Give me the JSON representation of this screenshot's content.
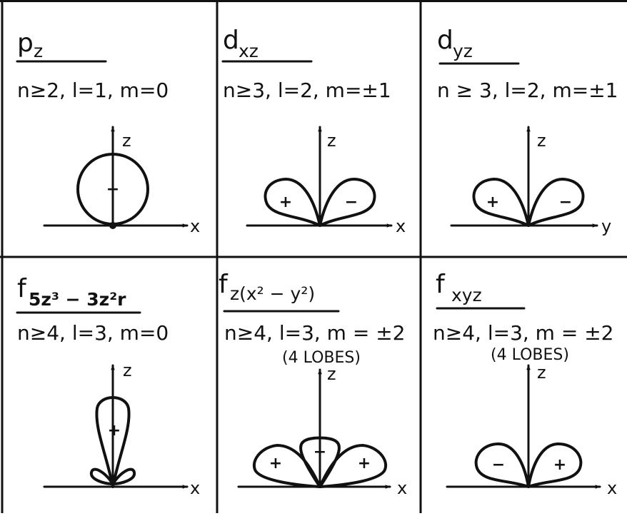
{
  "panels": [
    {
      "id": "pz",
      "name_main": "p",
      "name_sub": "z",
      "conditions": "n≥2, l=1, m=0",
      "note": "",
      "axis_vertical": "z",
      "axis_horizontal": "x",
      "lobes": [
        {
          "sign": "+"
        }
      ]
    },
    {
      "id": "dxz",
      "name_main": "d",
      "name_sub": "xz",
      "conditions": "n≥3, l=2, m=±1",
      "note": "",
      "axis_vertical": "z",
      "axis_horizontal": "x",
      "lobes": [
        {
          "sign": "+"
        },
        {
          "sign": "−"
        }
      ]
    },
    {
      "id": "dyz",
      "name_main": "d",
      "name_sub": "yz",
      "conditions": "n ≥ 3, l=2, m=±1",
      "note": "",
      "axis_vertical": "z",
      "axis_horizontal": "y",
      "lobes": [
        {
          "sign": "+"
        },
        {
          "sign": "−"
        }
      ]
    },
    {
      "id": "f5z3",
      "name_main": "f",
      "name_sub": "5z³ − 3z²r",
      "conditions": "n≥4, l=3, m=0",
      "note": "",
      "axis_vertical": "z",
      "axis_horizontal": "x",
      "lobes": [
        {
          "sign": "+"
        }
      ]
    },
    {
      "id": "fzx2y2",
      "name_main": "f",
      "name_sub": "z(x² − y²)",
      "conditions": "n≥4, l=3, m = ±2",
      "note": "(4 LOBES)",
      "axis_vertical": "z",
      "axis_horizontal": "x",
      "lobes": [
        {
          "sign": "+"
        },
        {
          "sign": "−"
        },
        {
          "sign": "+"
        }
      ]
    },
    {
      "id": "fxyz",
      "name_main": "f",
      "name_sub": "xyz",
      "conditions": "n≥4, l=3, m = ±2",
      "note": "(4 LOBES)",
      "axis_vertical": "z",
      "axis_horizontal": "x",
      "lobes": [
        {
          "sign": "−"
        },
        {
          "sign": "+"
        }
      ]
    }
  ]
}
